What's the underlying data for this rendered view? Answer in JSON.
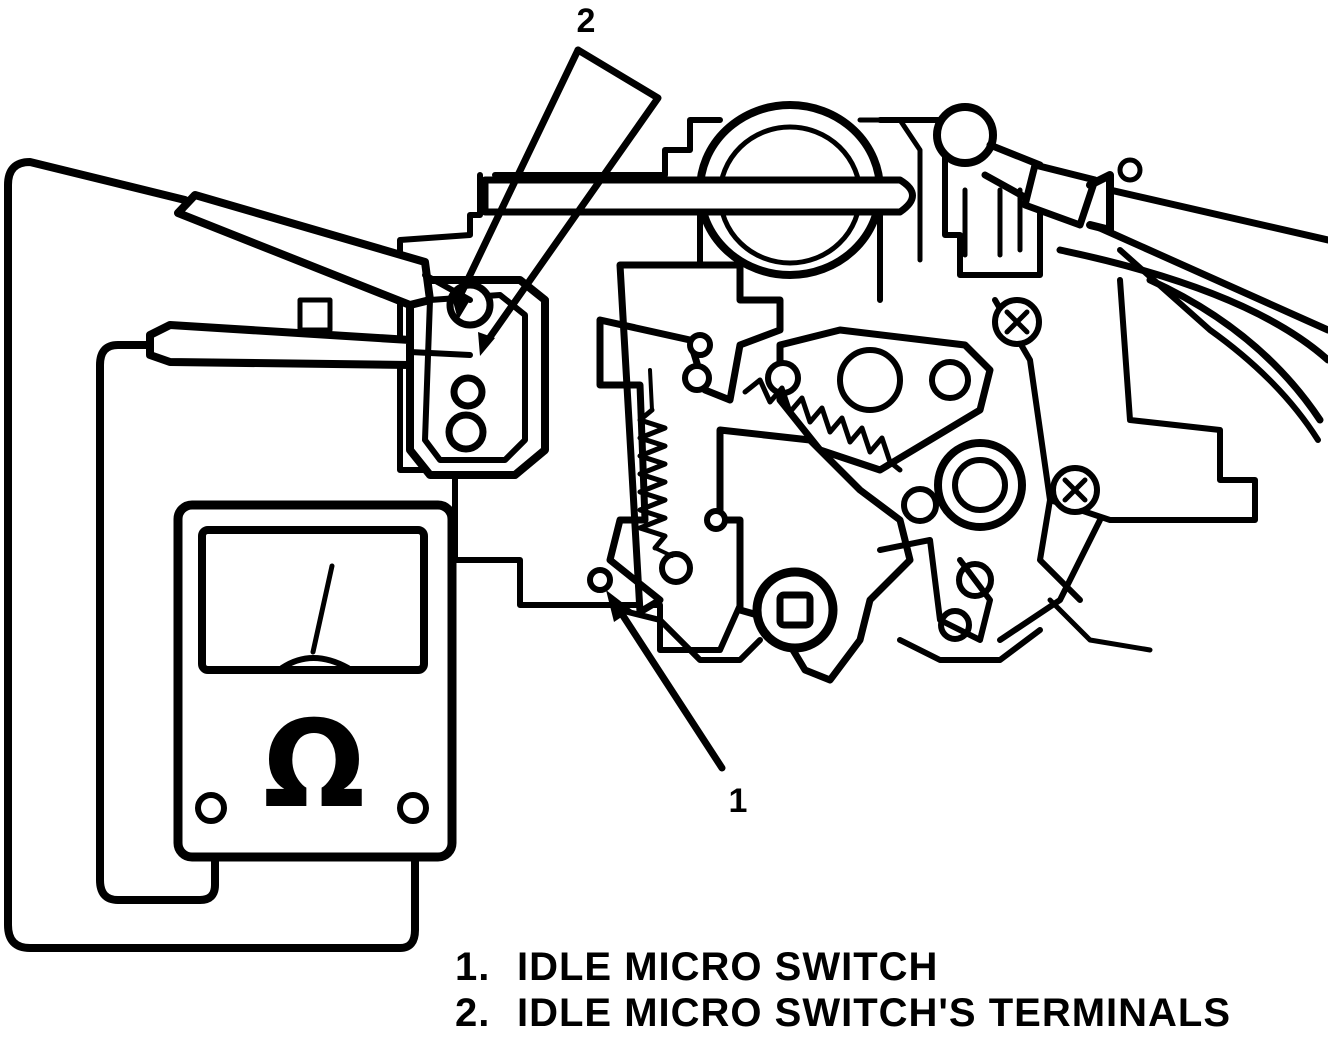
{
  "callouts": [
    {
      "id": "1",
      "text": "1"
    },
    {
      "id": "2",
      "text": "2"
    }
  ],
  "meter": {
    "symbol": "Ω",
    "icon": "ohmmeter-icon"
  },
  "legend": [
    {
      "num": "1.",
      "text": "IDLE MICRO SWITCH"
    },
    {
      "num": "2.",
      "text": "IDLE MICRO SWITCH'S TERMINALS"
    }
  ]
}
